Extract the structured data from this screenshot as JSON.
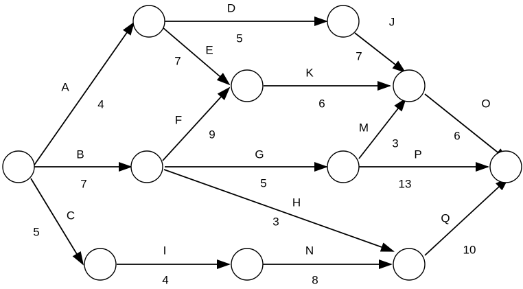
{
  "nodes": [
    "n1",
    "n2",
    "n3",
    "n4",
    "n5",
    "n6",
    "n7",
    "n8",
    "n9",
    "n10",
    "n11"
  ],
  "edges": [
    {
      "id": "A",
      "from": "n1",
      "to": "n2",
      "label": "A",
      "weight": "4"
    },
    {
      "id": "B",
      "from": "n1",
      "to": "n3",
      "label": "B",
      "weight": "7"
    },
    {
      "id": "C",
      "from": "n1",
      "to": "n4",
      "label": "C",
      "weight": "5"
    },
    {
      "id": "D",
      "from": "n2",
      "to": "n6",
      "label": "D",
      "weight": "5"
    },
    {
      "id": "E",
      "from": "n2",
      "to": "n5",
      "label": "E",
      "weight": "7"
    },
    {
      "id": "F",
      "from": "n3",
      "to": "n5",
      "label": "F",
      "weight": "9"
    },
    {
      "id": "G",
      "from": "n3",
      "to": "n7",
      "label": "G",
      "weight": "5"
    },
    {
      "id": "H",
      "from": "n3",
      "to": "n10",
      "label": "H",
      "weight": "3"
    },
    {
      "id": "I",
      "from": "n4",
      "to": "n9",
      "label": "I",
      "weight": "4"
    },
    {
      "id": "J",
      "from": "n6",
      "to": "n8",
      "label": "J",
      "weight": "7"
    },
    {
      "id": "K",
      "from": "n5",
      "to": "n8",
      "label": "K",
      "weight": "6"
    },
    {
      "id": "M",
      "from": "n7",
      "to": "n8",
      "label": "M",
      "weight": "3"
    },
    {
      "id": "N",
      "from": "n9",
      "to": "n10",
      "label": "N",
      "weight": "8"
    },
    {
      "id": "O",
      "from": "n8",
      "to": "n11",
      "label": "O",
      "weight": "6"
    },
    {
      "id": "P",
      "from": "n7",
      "to": "n11",
      "label": "P",
      "weight": "13"
    },
    {
      "id": "Q",
      "from": "n10",
      "to": "n11",
      "label": "Q",
      "weight": "10"
    }
  ]
}
